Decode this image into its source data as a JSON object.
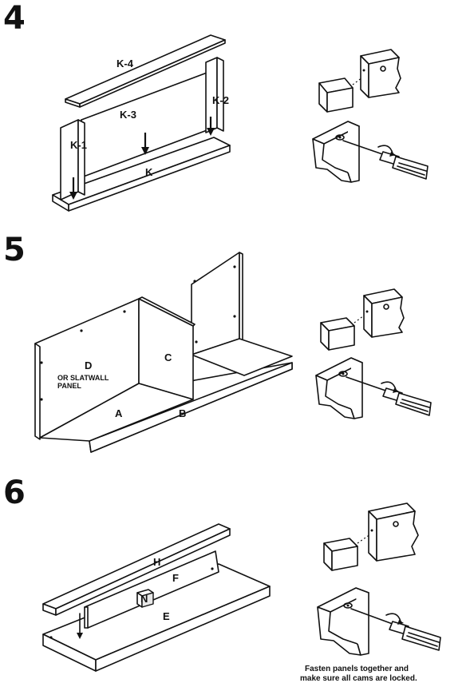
{
  "steps": [
    {
      "number": "4",
      "labels": {
        "k4": "K-4",
        "k3": "K-3",
        "k2": "K-2",
        "k1": "K-1",
        "k": "K"
      }
    },
    {
      "number": "5",
      "labels": {
        "d": "D",
        "d_note_1": "OR SLATWALL",
        "d_note_2": "PANEL",
        "c": "C",
        "a": "A",
        "b": "B"
      }
    },
    {
      "number": "6",
      "labels": {
        "h": "H",
        "f": "F",
        "n": "N",
        "e": "E"
      }
    }
  ],
  "caption": {
    "line1": "Fasten panels together and",
    "line2": "make sure all cams are locked."
  },
  "icons": [
    "cam-lock-detail-icon",
    "screwdriver-icon",
    "down-arrow-icon",
    "rotation-arrow-icon"
  ],
  "colors": {
    "ink": "#111111",
    "paper": "#ffffff",
    "shade": "#e8e8e8"
  }
}
